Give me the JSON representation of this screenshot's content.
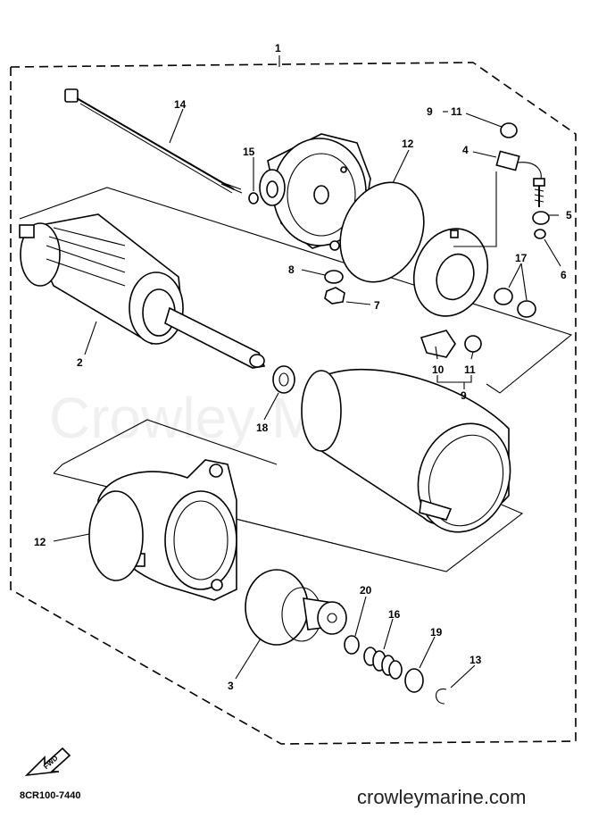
{
  "watermark": "Crowley Marine",
  "diagram_code": "8CR100-7440",
  "site": "crowleymarine.com",
  "fwd_label": "FWD",
  "callouts": {
    "c1": "1",
    "c2": "2",
    "c3": "3",
    "c4": "4",
    "c5": "5",
    "c6": "6",
    "c7": "7",
    "c8": "8",
    "c9a": "9",
    "c9b": "9",
    "c10": "10",
    "c11a": "11",
    "c11b": "11",
    "c12a": "12",
    "c12b": "12",
    "c13": "13",
    "c14": "14",
    "c15": "15",
    "c16": "16",
    "c17": "17",
    "c18": "18",
    "c19": "19",
    "c20": "20"
  },
  "colors": {
    "ink": "#000000",
    "paper": "#ffffff"
  }
}
